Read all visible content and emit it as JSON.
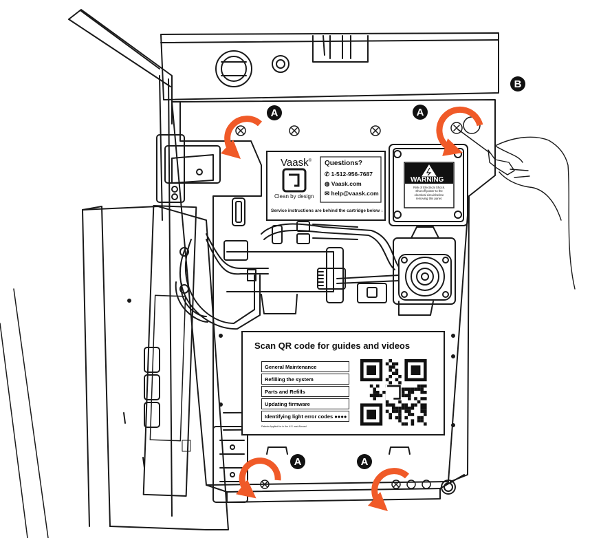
{
  "callouts": {
    "screw_marker": "A",
    "panel_marker": "B"
  },
  "sticker": {
    "brand": "Vaask",
    "reg_mark": "®",
    "tagline": "Clean by design",
    "questions": "Questions?",
    "phone": "1-512-956-7687",
    "website": "Vaask.com",
    "email": "help@vaask.com",
    "footer": "Service instructions are behind the cartridge below ↓"
  },
  "warning": {
    "title": "WARNING",
    "text": [
      "Risk of Electrical Shock.",
      "Shut off power to the",
      "electrical circuit before",
      "removing this panel."
    ]
  },
  "guide_card": {
    "title": "Scan QR code for guides and videos",
    "items": [
      "General Maintenance",
      "Refilling the system",
      "Parts and Refills",
      "Updating firmware",
      "Identifying light error codes"
    ],
    "dots": "●●●●",
    "fine_print": "Patents Applied for in the U.S. and Abroad"
  },
  "colors": {
    "arrow": "#f05a28",
    "line": "#1a1a1a",
    "fill": "#ffffff"
  }
}
